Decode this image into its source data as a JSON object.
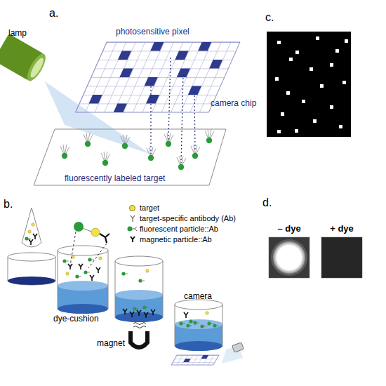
{
  "diagram": {
    "nodes": [
      {
        "text": [
          "– dye"
        ]
      },
      {
        "text": [
          "+ dye"
        ]
      }
    ],
    "labels": [
      "a.",
      "lamp",
      "photosensitive pixel",
      "camera chip",
      "fluorescently labeled target",
      "b.",
      "dye-cushion",
      "magnet",
      "camera",
      "c.",
      "d."
    ],
    "legend": [
      {
        "text": "target",
        "color": "#f2e04b"
      },
      {
        "text": "target-specific antibody (Ab)"
      },
      {
        "text": "fluorescent particle::Ab"
      },
      {
        "text": "magnetic particle::Ab"
      }
    ]
  }
}
